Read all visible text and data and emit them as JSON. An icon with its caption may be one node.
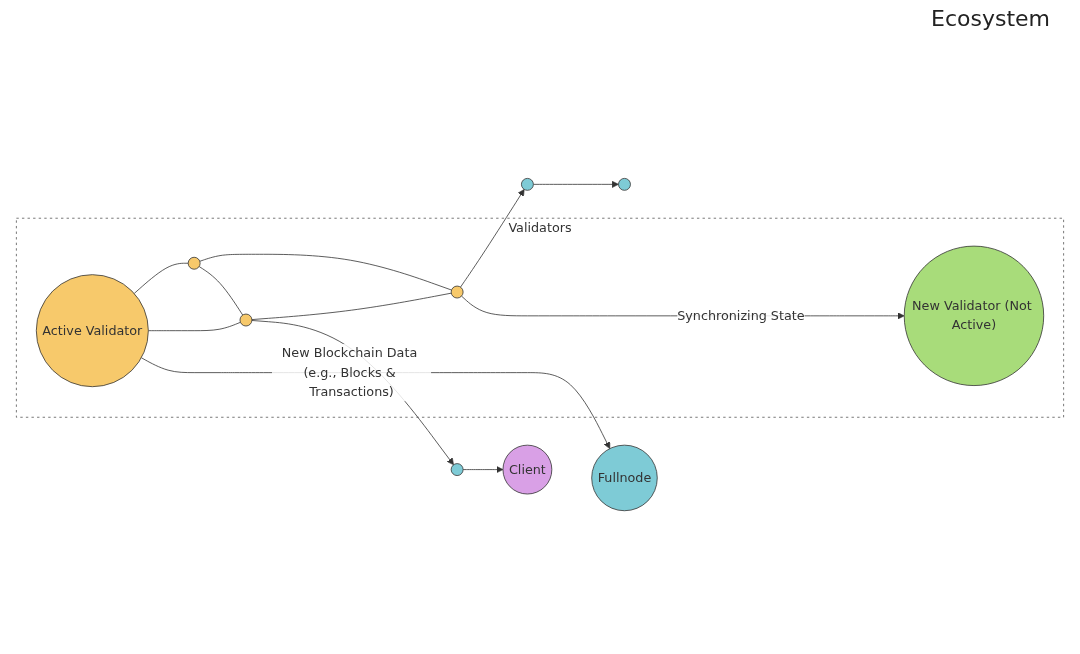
{
  "diagram": {
    "title": "Ecosystem",
    "nodes": [
      {
        "text": [
          "Validators"
        ]
      },
      {
        "text": [
          "Active Validator"
        ],
        "in": 0
      },
      {
        "text": [],
        "shape": "circle",
        "in": 0
      },
      {
        "text": [],
        "shape": "circle",
        "in": 0
      },
      {
        "text": [],
        "shape": "circle",
        "in": 0
      },
      {
        "text": [
          "New Validator (Not Active)"
        ],
        "in": 0
      },
      {
        "text": [
          "Fullnode"
        ]
      },
      {
        "text": [],
        "shape": "circle"
      },
      {
        "text": [],
        "shape": "circle"
      },
      {
        "text": [],
        "shape": "circle"
      },
      {
        "text": [
          "Client"
        ]
      }
    ],
    "edges": [
      {
        "from": 1,
        "to": 2,
        "arrow": "none"
      },
      {
        "from": 1,
        "to": 4,
        "arrow": "none"
      },
      {
        "from": 2,
        "to": 3,
        "arrow": "none"
      },
      {
        "from": 2,
        "to": 4,
        "arrow": "none"
      },
      {
        "from": 4,
        "to": 3,
        "arrow": "none"
      },
      {
        "from": 1,
        "to": 6,
        "arrow": "to",
        "label": "New Blockchain Data (e.g., Blocks & Transactions)"
      },
      {
        "from": 3,
        "to": 7,
        "arrow": "to"
      },
      {
        "from": 7,
        "to": 8,
        "arrow": "to"
      },
      {
        "from": 3,
        "to": 5,
        "arrow": "to",
        "label": "Synchronizing State"
      },
      {
        "from": 4,
        "to": 9,
        "arrow": "to"
      },
      {
        "from": 9,
        "to": 10,
        "arrow": "to"
      }
    ]
  }
}
